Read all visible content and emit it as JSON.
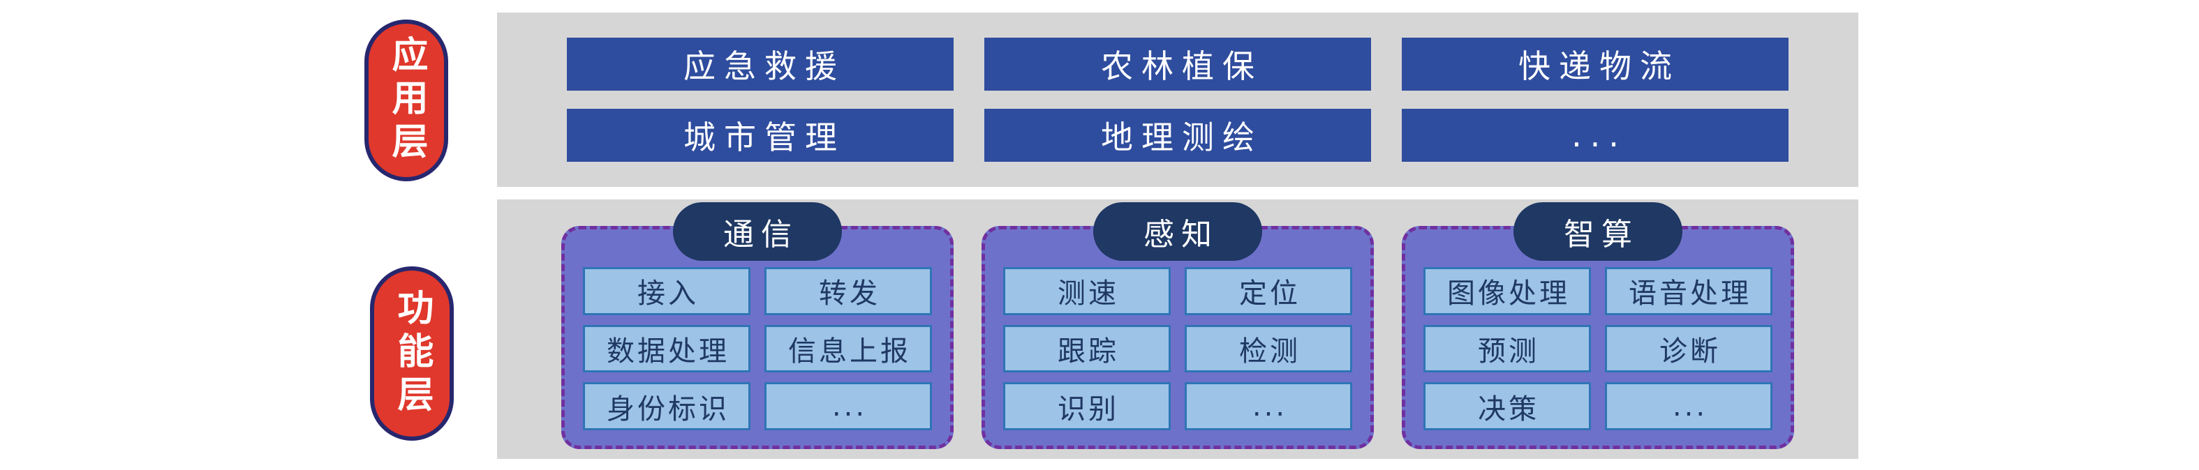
{
  "application_layer": {
    "label": "应用层",
    "items": [
      "应急救援",
      "农林植保",
      "快递物流",
      "城市管理",
      "地理测绘",
      "..."
    ]
  },
  "function_layer": {
    "label": "功能层",
    "groups": [
      {
        "title": "通信",
        "cells": [
          "接入",
          "转发",
          "数据处理",
          "信息上报",
          "身份标识",
          "..."
        ]
      },
      {
        "title": "感知",
        "cells": [
          "测速",
          "定位",
          "跟踪",
          "检测",
          "识别",
          "..."
        ]
      },
      {
        "title": "智算",
        "cells": [
          "图像处理",
          "语音处理",
          "预测",
          "诊断",
          "决策",
          "..."
        ]
      }
    ]
  },
  "colors": {
    "label_fill": "#e0382c",
    "label_border": "#27276e",
    "panel_gray": "#d6d6d6",
    "app_box_blue": "#2f4d9e",
    "tab_navy": "#1f3864",
    "group_fill": "#6e71c9",
    "group_border": "#7030a0",
    "cell_fill": "#9dc3e6",
    "cell_border": "#2e75b6",
    "cell_text": "#1f3864"
  }
}
